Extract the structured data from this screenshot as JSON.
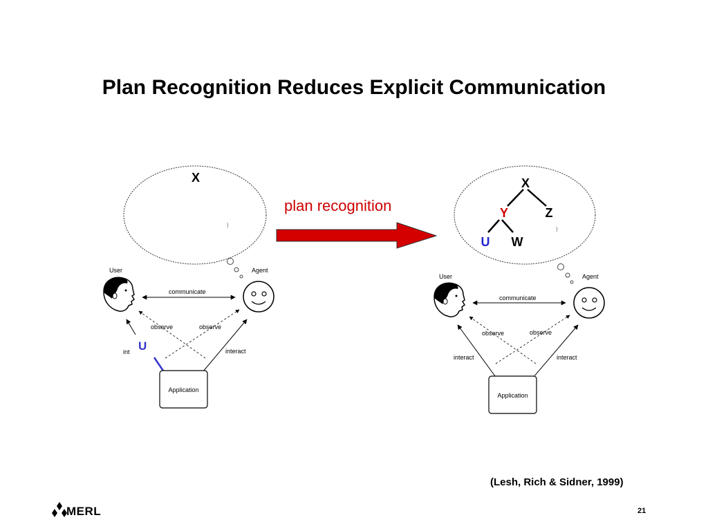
{
  "slide": {
    "title": "Plan Recognition Reduces Explicit Communication",
    "citation": "(Lesh, Rich & Sidner, 1999)",
    "page_number": "21",
    "logo_text": "MERL"
  },
  "arrow": {
    "label": "plan recognition",
    "label_color": "#cc0000",
    "fill_color": "#d40000"
  },
  "left_diagram": {
    "bubble_text": "X",
    "bubble_small_mark": ")",
    "user_label": "User",
    "agent_label": "Agent",
    "communicate_label": "communicate",
    "observe_left_label": "observe",
    "observe_right_label": "observe",
    "interact_left_label": "int",
    "interact_right_label": "interact",
    "application_label": "Application",
    "action_label": "U",
    "action_color": "#3333cc"
  },
  "right_diagram": {
    "tree": {
      "root": "X",
      "left_child": "Y",
      "right_child": "Z",
      "leaf_left": "U",
      "leaf_right": "W",
      "left_child_color": "#cc0000",
      "leaf_left_color": "#2222cc"
    },
    "bubble_small_mark": ")",
    "user_label": "User",
    "agent_label": "Agent",
    "communicate_label": "communicate",
    "observe_left_label": "observe",
    "observe_right_label": "observe",
    "interact_left_label": "interact",
    "interact_right_label": "interact",
    "application_label": "Application"
  }
}
